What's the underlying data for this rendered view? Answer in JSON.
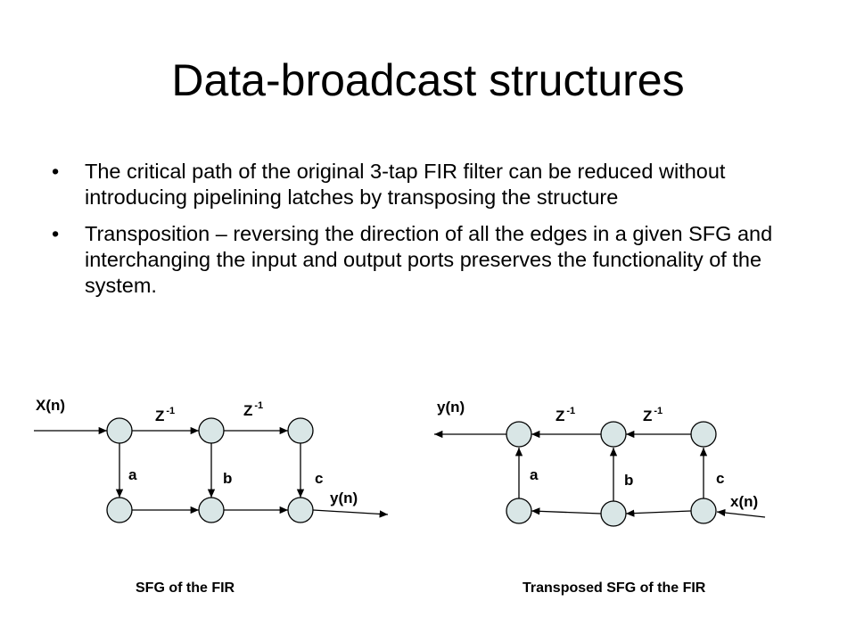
{
  "slide": {
    "title": "Data-broadcast structures",
    "bullets": [
      "The critical path of the original 3-tap FIR filter can be reduced without introducing pipelining latches by transposing the structure",
      "Transposition – reversing the direction of all the edges in a given SFG and interchanging the input and output ports preserves the functionality of the system."
    ]
  },
  "sfg": {
    "input_label": "X(n)",
    "output_label": "y(n)",
    "delay1_base": "Z",
    "delay1_exp": "-1",
    "delay2_base": "Z",
    "delay2_exp": "-1",
    "coef_a": "a",
    "coef_b": "b",
    "coef_c": "c",
    "caption": "SFG of the FIR"
  },
  "transposed": {
    "output_label": "y(n)",
    "input_label": "x(n)",
    "delay1_base": "Z",
    "delay1_exp": "-1",
    "delay2_base": "Z",
    "delay2_exp": "-1",
    "coef_a": "a",
    "coef_b": "b",
    "coef_c": "c",
    "caption": "Transposed SFG of the FIR"
  },
  "colors": {
    "node_fill": "#d9e6e6",
    "line": "#000000"
  }
}
